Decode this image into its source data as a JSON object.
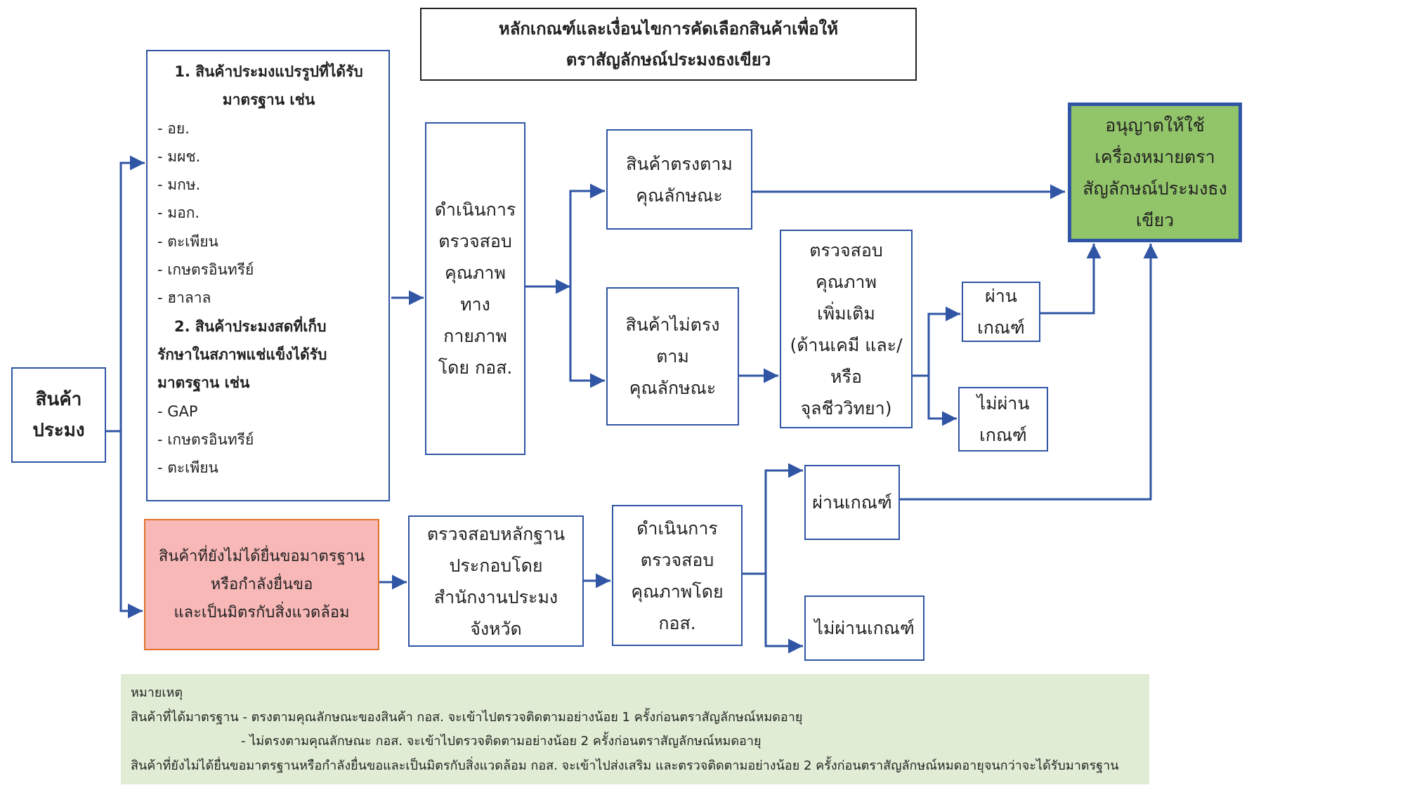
{
  "title": {
    "line1": "หลักเกณฑ์และเงื่อนไขการคัดเลือกสินค้าเพื่อให้",
    "line2": "ตราสัญลักษณ์ประมงธงเขียว"
  },
  "product": {
    "line1": "สินค้า",
    "line2": "ประมง"
  },
  "standards": {
    "heading1_line1": "1. สินค้าประมงแปรรูปที่ได้รับ",
    "heading1_line2": "มาตรฐาน เช่น",
    "processed_items": [
      "- อย.",
      "- มผช.",
      "- มกษ.",
      "- มอก.",
      "- ตะเพียน",
      "- เกษตรอินทรีย์",
      "- ฮาลาล"
    ],
    "heading2_line1": "2. สินค้าประมงสดที่เก็บ",
    "heading2_line2": "รักษาในสภาพแช่แข็งได้รับ",
    "heading2_line3": "มาตรฐาน เช่น",
    "fresh_items": [
      "- GAP",
      "- เกษตรอินทรีย์",
      "- ตะเพียน"
    ]
  },
  "non_standard": {
    "line1": "สินค้าที่ยังไม่ได้ยื่นขอมาตรฐาน",
    "line2": "หรือกำลังยื่นขอ",
    "line3": "และเป็นมิตรกับสิ่งแวดล้อม"
  },
  "physical_check": {
    "lines": [
      "ดำเนินการ",
      "ตรวจสอบ",
      "คุณภาพ",
      "ทาง",
      "กายภาพ",
      "โดย กอส."
    ]
  },
  "match_spec": {
    "lines": [
      "สินค้าตรงตาม",
      "คุณลักษณะ"
    ]
  },
  "not_match_spec": {
    "lines": [
      "สินค้าไม่ตรง",
      "ตาม",
      "คุณลักษณะ"
    ]
  },
  "extra_check": {
    "lines": [
      "ตรวจสอบ",
      "คุณภาพ",
      "เพิ่มเติม",
      "(ด้านเคมี และ/",
      "หรือ",
      "จุลชีววิทยา)"
    ]
  },
  "pass_1": {
    "lines": [
      "ผ่าน",
      "เกณฑ์"
    ]
  },
  "fail_1": {
    "lines": [
      "ไม่ผ่าน",
      "เกณฑ์"
    ]
  },
  "permit": {
    "lines": [
      "อนุญาตให้ใช้",
      "เครื่องหมายตรา",
      "สัญลักษณ์ประมงธง",
      "เขียว"
    ]
  },
  "evidence_check": {
    "lines": [
      "ตรวจสอบหลักฐาน",
      "ประกอบโดย",
      "สำนักงานประมง",
      "จังหวัด"
    ]
  },
  "physical_check_2": {
    "lines": [
      "ดำเนินการ",
      "ตรวจสอบ",
      "คุณภาพโดย",
      "กอส."
    ]
  },
  "pass_2": {
    "label": "ผ่านเกณฑ์"
  },
  "fail_2": {
    "label": "ไม่ผ่านเกณฑ์"
  },
  "note": {
    "heading": "หมายเหตุ",
    "line1": "สินค้าที่ได้มาตรฐาน - ตรงตามคุณลักษณะของสินค้า กอส. จะเข้าไปตรวจติดตามอย่างน้อย 1 ครั้งก่อนตราสัญลักษณ์หมดอายุ",
    "line2": "- ไม่ตรงตามคุณลักษณะ กอส. จะเข้าไปตรวจติดตามอย่างน้อย 2 ครั้งก่อนตราสัญลักษณ์หมดอายุ",
    "line3": "สินค้าที่ยังไม่ได้ยื่นขอมาตรฐานหรือกำลังยื่นขอและเป็นมิตรกับสิ่งแวดล้อม กอส. จะเข้าไปส่งเสริม และตรวจติดตามอย่างน้อย 2 ครั้งก่อนตราสัญลักษณ์หมดอายุจนกว่าจะได้รับมาตรฐาน"
  },
  "colors": {
    "box_border": "#2f55a4",
    "connector": "#2f55a4",
    "permit_fill": "#92c46a",
    "non_standard_fill": "#f9b8b8",
    "non_standard_border": "#e0742c",
    "note_fill": "#e0ecd4"
  }
}
